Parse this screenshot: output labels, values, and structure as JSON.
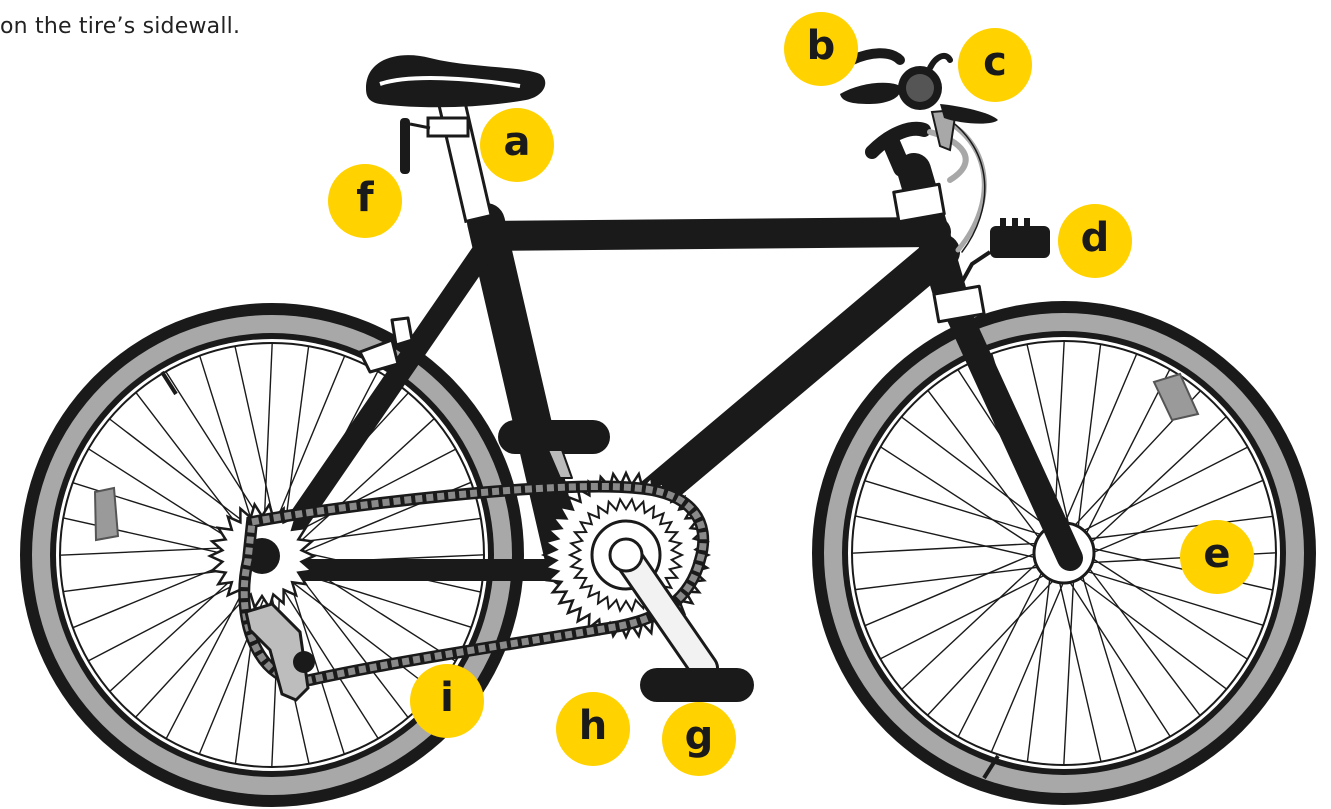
{
  "caption": "on the tire’s sidewall.",
  "labels": {
    "a": "a",
    "b": "b",
    "c": "c",
    "d": "d",
    "e": "e",
    "f": "f",
    "g": "g",
    "h": "h",
    "i": "i"
  },
  "colors": {
    "badge": "#ffd200",
    "frame": "#1a1a1a",
    "tire_gray": "#a8a8a8",
    "background": "#ffffff"
  }
}
